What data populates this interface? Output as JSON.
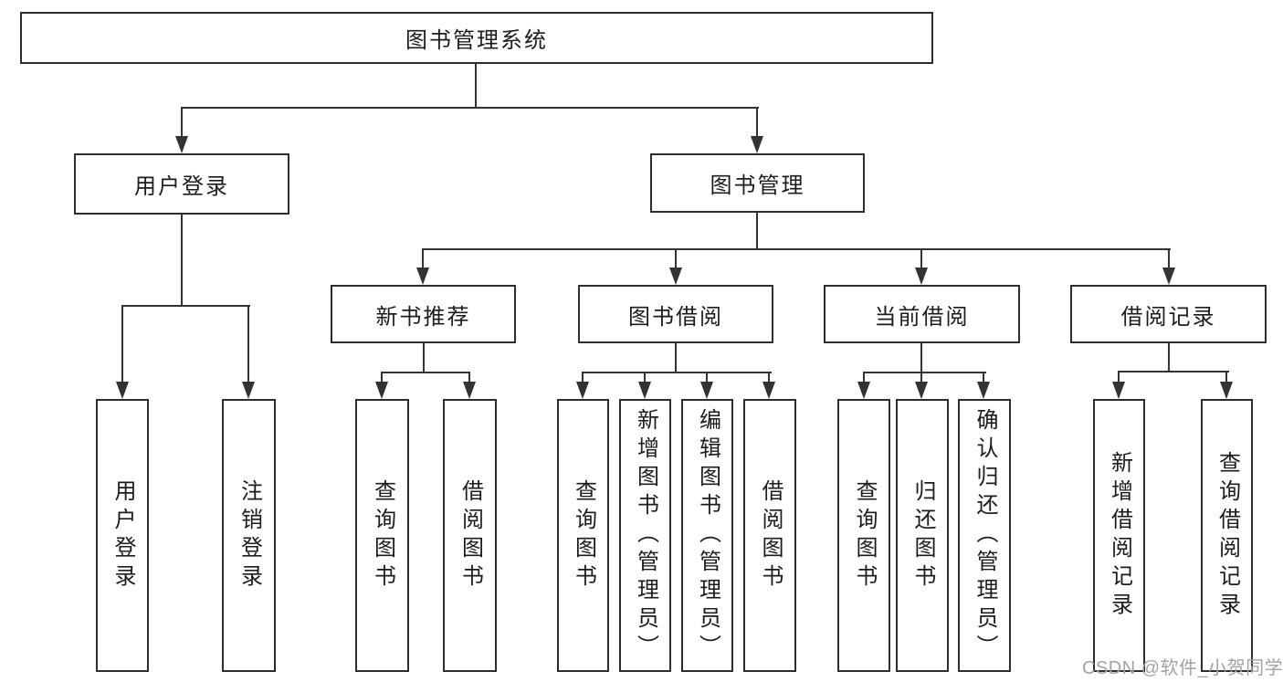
{
  "tree": {
    "label": "图书管理系统",
    "children": [
      {
        "label": "用户登录",
        "children": [
          {
            "label": "用户登录"
          },
          {
            "label": "注销登录"
          }
        ]
      },
      {
        "label": "图书管理",
        "children": [
          {
            "label": "新书推荐",
            "children": [
              {
                "label": "查询图书"
              },
              {
                "label": "借阅图书"
              }
            ]
          },
          {
            "label": "图书借阅",
            "children": [
              {
                "label": "查询图书"
              },
              {
                "label": "新增图书（管理员）"
              },
              {
                "label": "编辑图书（管理员）"
              },
              {
                "label": "借阅图书"
              }
            ]
          },
          {
            "label": "当前借阅",
            "children": [
              {
                "label": "查询图书"
              },
              {
                "label": "归还图书"
              },
              {
                "label": "确认归还（管理员）"
              }
            ]
          },
          {
            "label": "借阅记录",
            "children": [
              {
                "label": "新增借阅记录"
              },
              {
                "label": "查询借阅记录"
              }
            ]
          }
        ]
      }
    ]
  },
  "watermark": {
    "text": "CSDN @软件_小贺同学"
  },
  "colors": {
    "line": "#333333",
    "border": "#2d2d2d",
    "text": "#1c1c1c",
    "watermark": "#a3a3a3",
    "background": "#ffffff"
  }
}
